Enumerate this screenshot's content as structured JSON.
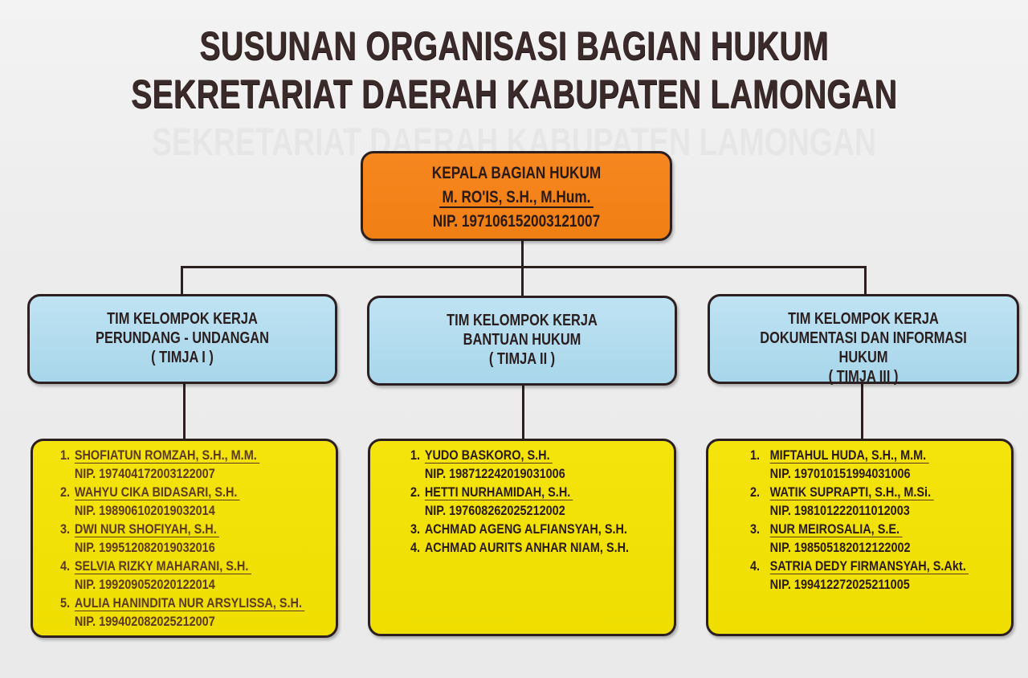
{
  "title": {
    "line1": "SUSUNAN ORGANISASI BAGIAN HUKUM",
    "line2": "SEKRETARIAT DAERAH KABUPATEN LAMONGAN"
  },
  "head": {
    "position": "KEPALA BAGIAN HUKUM",
    "name": "M. RO'IS, S.H., M.Hum.",
    "nip": "NIP. 197106152003121007",
    "color": "#f2801a"
  },
  "teams": [
    {
      "line1": "TIM KELOMPOK KERJA",
      "line2": "PERUNDANG - UNDANGAN",
      "line3": "( TIMJA I )",
      "members": [
        {
          "num": "1.",
          "name": "SHOFIATUN ROMZAH, S.H., M.M.",
          "nip": "NIP. 197404172003122007"
        },
        {
          "num": "2.",
          "name": "WAHYU CIKA BIDASARI, S.H.",
          "nip": "NIP. 198906102019032014"
        },
        {
          "num": "3.",
          "name": "DWI NUR SHOFIYAH, S.H.",
          "nip": "NIP. 199512082019032016"
        },
        {
          "num": "4.",
          "name": "SELVIA RIZKY MAHARANI, S.H.",
          "nip": "NIP. 199209052020122014"
        },
        {
          "num": "5.",
          "name": "AULIA HANINDITA NUR ARSYLISSA, S.H.",
          "nip": "NIP. 199402082025212007"
        }
      ]
    },
    {
      "line1": "TIM KELOMPOK KERJA",
      "line2": "BANTUAN HUKUM",
      "line3": "( TIMJA II )",
      "members": [
        {
          "num": "1.",
          "name": "YUDO BASKORO, S.H.",
          "nip": "NIP. 198712242019031006"
        },
        {
          "num": "2.",
          "name": "HETTI NURHAMIDAH, S.H.",
          "nip": "NIP. 197608262025212002"
        },
        {
          "num": "3.",
          "name": "ACHMAD AGENG ALFIANSYAH, S.H.",
          "nip": ""
        },
        {
          "num": "4.",
          "name": "ACHMAD AURITS ANHAR NIAM, S.H.",
          "nip": ""
        }
      ]
    },
    {
      "line1": "TIM KELOMPOK KERJA",
      "line2": "DOKUMENTASI DAN INFORMASI HUKUM",
      "line3": "( TIMJA III )",
      "members": [
        {
          "num": "1.",
          "name": "MIFTAHUL HUDA, S.H., M.M.",
          "nip": "NIP. 197010151994031006"
        },
        {
          "num": "2.",
          "name": "WATIK SUPRAPTI, S.H., M.Si.",
          "nip": "NIP. 198101222011012003"
        },
        {
          "num": "3.",
          "name": "NUR MEIROSALIA, S.E.",
          "nip": "NIP. 198505182012122002"
        },
        {
          "num": "4.",
          "name": "SATRIA DEDY FIRMANSYAH, S.Akt.",
          "nip": "NIP. 199412272025211005"
        }
      ]
    }
  ],
  "colors": {
    "head_box": "#f2801a",
    "team_box": "#acd8ec",
    "member_box": "#f0df04",
    "border": "#2b1f1f"
  }
}
